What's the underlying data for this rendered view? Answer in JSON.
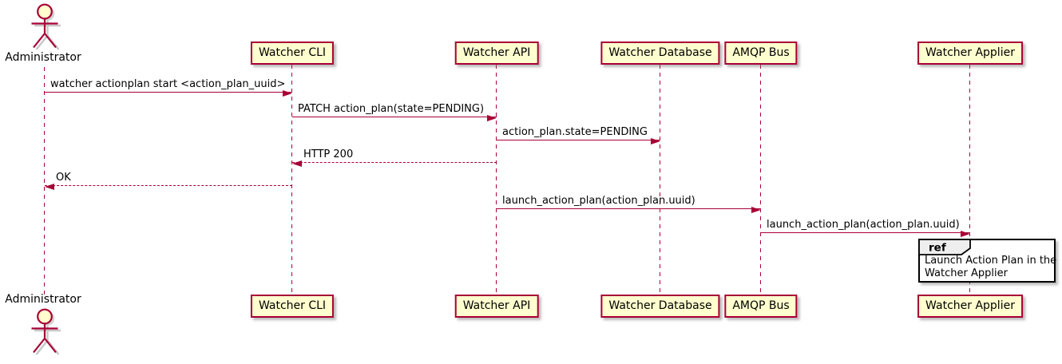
{
  "colors": {
    "accent": "#A80036",
    "participant_fill": "#FEFECE",
    "ref_header_fill": "#EEEEEE",
    "background": "#FFFFFF",
    "text": "#000000"
  },
  "actor": {
    "label": "Administrator"
  },
  "participants": [
    {
      "label": "Watcher CLI"
    },
    {
      "label": "Watcher API"
    },
    {
      "label": "Watcher Database"
    },
    {
      "label": "AMQP Bus"
    },
    {
      "label": "Watcher Applier"
    }
  ],
  "messages": [
    {
      "from": "Administrator",
      "to": "Watcher CLI",
      "label": "watcher actionplan start <action_plan_uuid>",
      "line": "solid",
      "direction": "right"
    },
    {
      "from": "Watcher CLI",
      "to": "Watcher API",
      "label": "PATCH action_plan(state=PENDING)",
      "line": "solid",
      "direction": "right"
    },
    {
      "from": "Watcher API",
      "to": "Watcher Database",
      "label": "action_plan.state=PENDING",
      "line": "solid",
      "direction": "right"
    },
    {
      "from": "Watcher API",
      "to": "Watcher CLI",
      "label": "HTTP 200",
      "line": "dashed",
      "direction": "left"
    },
    {
      "from": "Watcher CLI",
      "to": "Administrator",
      "label": "OK",
      "line": "dashed",
      "direction": "left"
    },
    {
      "from": "Watcher API",
      "to": "AMQP Bus",
      "label": "launch_action_plan(action_plan.uuid)",
      "line": "solid",
      "direction": "right"
    },
    {
      "from": "AMQP Bus",
      "to": "Watcher Applier",
      "label": "launch_action_plan(action_plan.uuid)",
      "line": "solid",
      "direction": "right"
    }
  ],
  "ref_fragment": {
    "keyword": "ref",
    "lines": [
      "Launch Action Plan in the",
      "Watcher Applier"
    ]
  }
}
